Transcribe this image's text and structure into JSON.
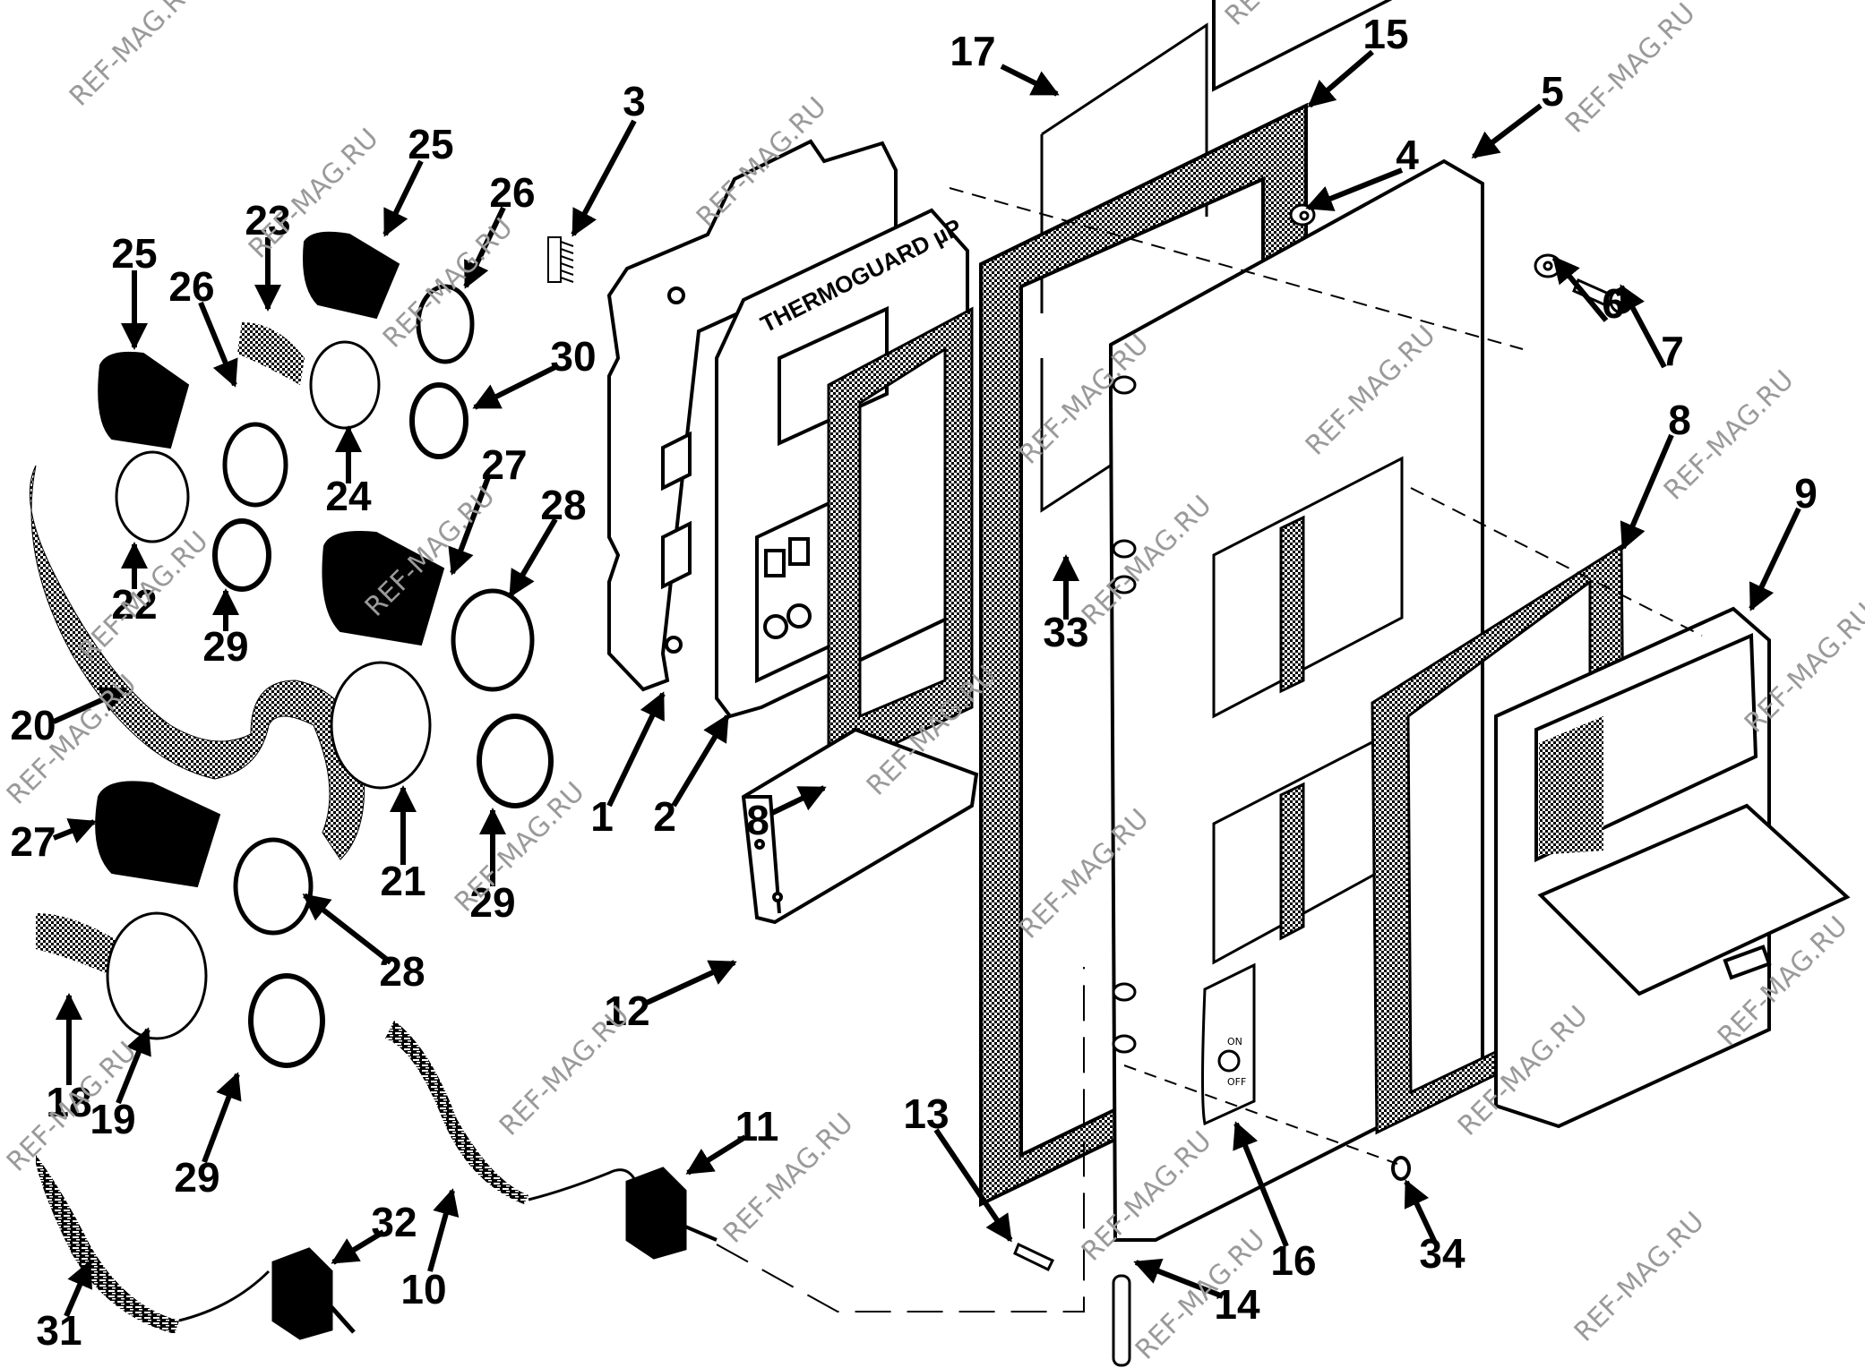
{
  "diagram": {
    "type": "exploded-parts-view",
    "colors": {
      "ink": "#000000",
      "background": "#ffffff",
      "watermark": "#9a9a9a",
      "gasket_fill": "#555555"
    },
    "watermark_text": "REF-MAG.RU",
    "controller_brand": "THERMOGUARD µP",
    "switch_on_label": "ON",
    "switch_off_label": "OFF",
    "callouts": [
      {
        "id": "c3",
        "label": "3"
      },
      {
        "id": "c17",
        "label": "17"
      },
      {
        "id": "c15",
        "label": "15"
      },
      {
        "id": "c4",
        "label": "4"
      },
      {
        "id": "c5",
        "label": "5"
      },
      {
        "id": "c6",
        "label": "6"
      },
      {
        "id": "c7",
        "label": "7"
      },
      {
        "id": "c8r",
        "label": "8"
      },
      {
        "id": "c9",
        "label": "9"
      },
      {
        "id": "c25a",
        "label": "25"
      },
      {
        "id": "c26a",
        "label": "26"
      },
      {
        "id": "c23",
        "label": "23"
      },
      {
        "id": "c25b",
        "label": "25"
      },
      {
        "id": "c26b",
        "label": "26"
      },
      {
        "id": "c30",
        "label": "30"
      },
      {
        "id": "c27a",
        "label": "27"
      },
      {
        "id": "c24",
        "label": "24"
      },
      {
        "id": "c28a",
        "label": "28"
      },
      {
        "id": "c22",
        "label": "22"
      },
      {
        "id": "c29a",
        "label": "29"
      },
      {
        "id": "c33",
        "label": "33"
      },
      {
        "id": "c20",
        "label": "20"
      },
      {
        "id": "c1",
        "label": "1"
      },
      {
        "id": "c2",
        "label": "2"
      },
      {
        "id": "c8l",
        "label": "8"
      },
      {
        "id": "c27b",
        "label": "27"
      },
      {
        "id": "c21",
        "label": "21"
      },
      {
        "id": "c29b",
        "label": "29"
      },
      {
        "id": "c28b",
        "label": "28"
      },
      {
        "id": "c12",
        "label": "12"
      },
      {
        "id": "c18",
        "label": "18"
      },
      {
        "id": "c19",
        "label": "19"
      },
      {
        "id": "c13",
        "label": "13"
      },
      {
        "id": "c11",
        "label": "11"
      },
      {
        "id": "c29c",
        "label": "29"
      },
      {
        "id": "c16",
        "label": "16"
      },
      {
        "id": "c34",
        "label": "34"
      },
      {
        "id": "c32",
        "label": "32"
      },
      {
        "id": "c10",
        "label": "10"
      },
      {
        "id": "c14",
        "label": "14"
      },
      {
        "id": "c31",
        "label": "31"
      }
    ]
  }
}
